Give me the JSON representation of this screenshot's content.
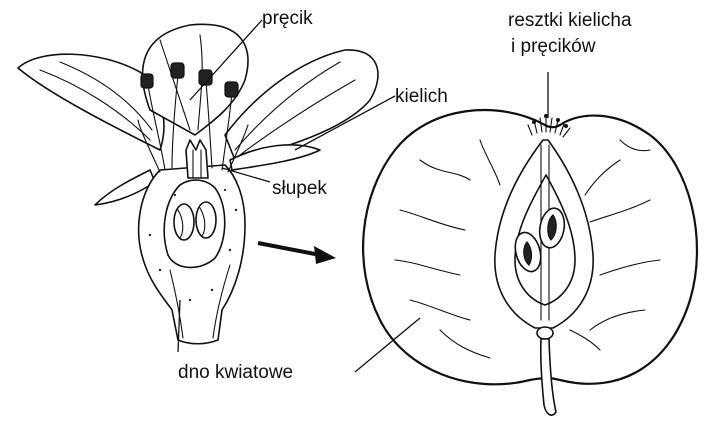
{
  "labels": {
    "stamen": "pręcik",
    "calyx": "kielich",
    "pistil": "słupek",
    "receptacle": "dno kwiatowe",
    "remnants_line1": "resztki kielicha",
    "remnants_line2": "i pręcików"
  }
}
